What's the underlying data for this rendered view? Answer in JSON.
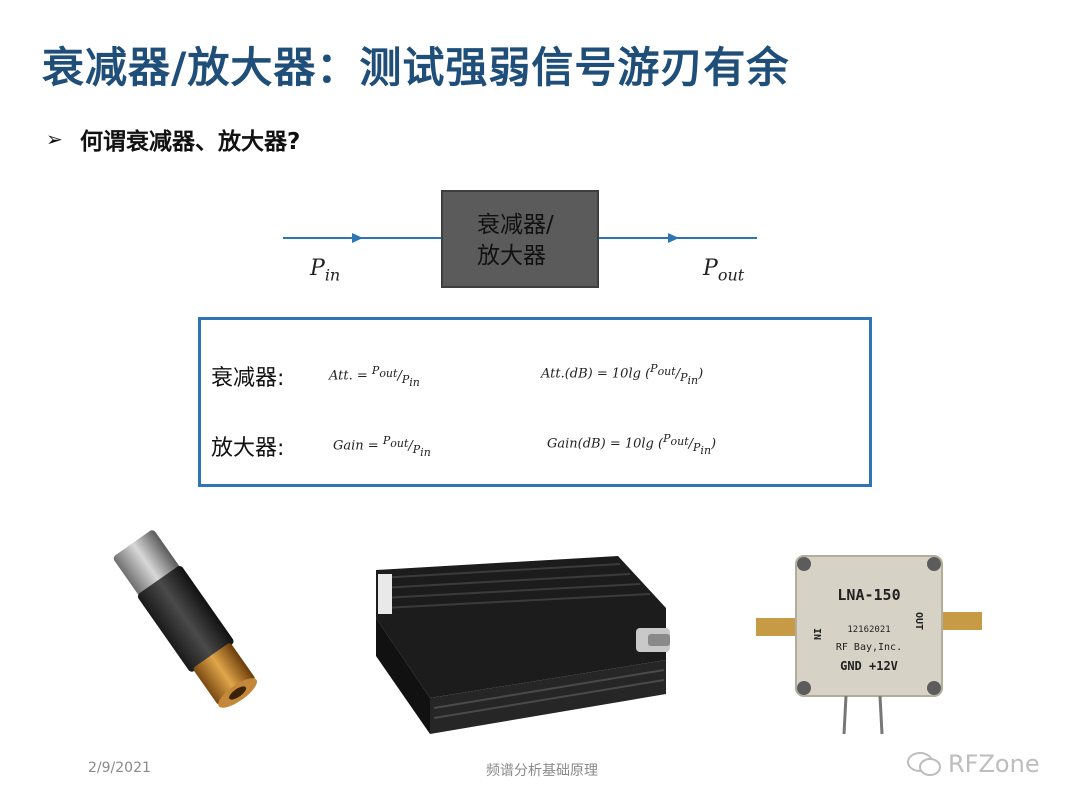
{
  "slide": {
    "title": "衰减器/放大器：测试强弱信号游刃有余",
    "bullet": "何谓衰减器、放大器?"
  },
  "diagram": {
    "block_line1": "衰减器/",
    "block_line2": "放大器",
    "input_var": "P",
    "input_sub": "in",
    "output_var": "P",
    "output_sub": "out"
  },
  "formulas": {
    "attenuator_label": "衰减器:",
    "amplifier_label": "放大器:",
    "att_ratio_lhs": "Att. = ",
    "att_db_text": "Att.(dB) = 10lg (",
    "gain_ratio_lhs": "Gain = ",
    "gain_db_text": "Gain(dB) = 10lg (",
    "pout": "P",
    "out_sub": "out",
    "pin": "P",
    "in_sub": "in"
  },
  "devices": {
    "lna_model": "LNA-150",
    "lna_serial": "12162021",
    "lna_maker": "RF Bay,Inc.",
    "lna_power": "GND +12V",
    "lna_in": "IN",
    "lna_out": "OUT"
  },
  "footer": {
    "date": "2/9/2021",
    "center": "频谱分析基础原理",
    "brand": "RFZone"
  },
  "colors": {
    "title": "#1f4e79",
    "accent_blue": "#2e75b6",
    "block_gray": "#5b5b5b"
  }
}
